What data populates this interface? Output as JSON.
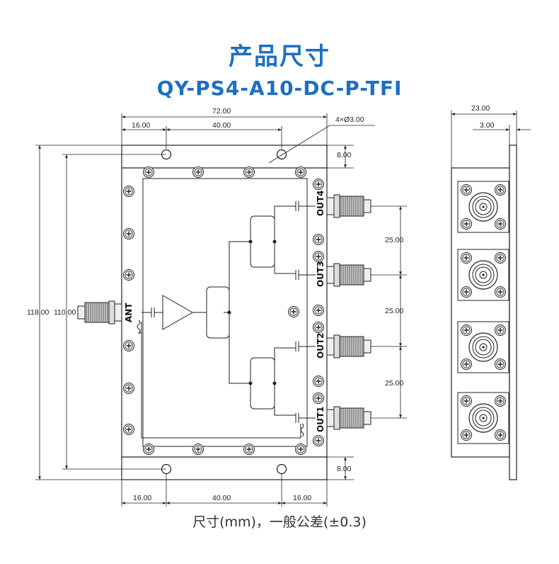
{
  "header": {
    "title": "产品尺寸",
    "model": "QY-PS4-A10-DC-P-TFI"
  },
  "dimensions": {
    "width_total": "72.00",
    "left_offset": "16.00",
    "hole_spacing": "40.00",
    "holes_callout": "4×Ø3.00",
    "top_margin": "8.00",
    "bottom_margin": "8.00",
    "height_total": "118.00",
    "hole_height": "110.00",
    "port_pitch_1": "25.00",
    "port_pitch_2": "25.00",
    "port_pitch_3": "25.00",
    "bottom_left": "16.00",
    "bottom_mid": "40.00",
    "bottom_right": "16.00",
    "side_depth": "23.00",
    "side_flange": "3.00"
  },
  "ports": {
    "input": "ANT",
    "out1": "OUT1",
    "out2": "OUT2",
    "out3": "OUT3",
    "out4": "OUT4"
  },
  "footer": {
    "note": "尺寸(mm)，一般公差(±0.3)"
  },
  "colors": {
    "title": "#1e6fc0",
    "line": "#222222"
  }
}
